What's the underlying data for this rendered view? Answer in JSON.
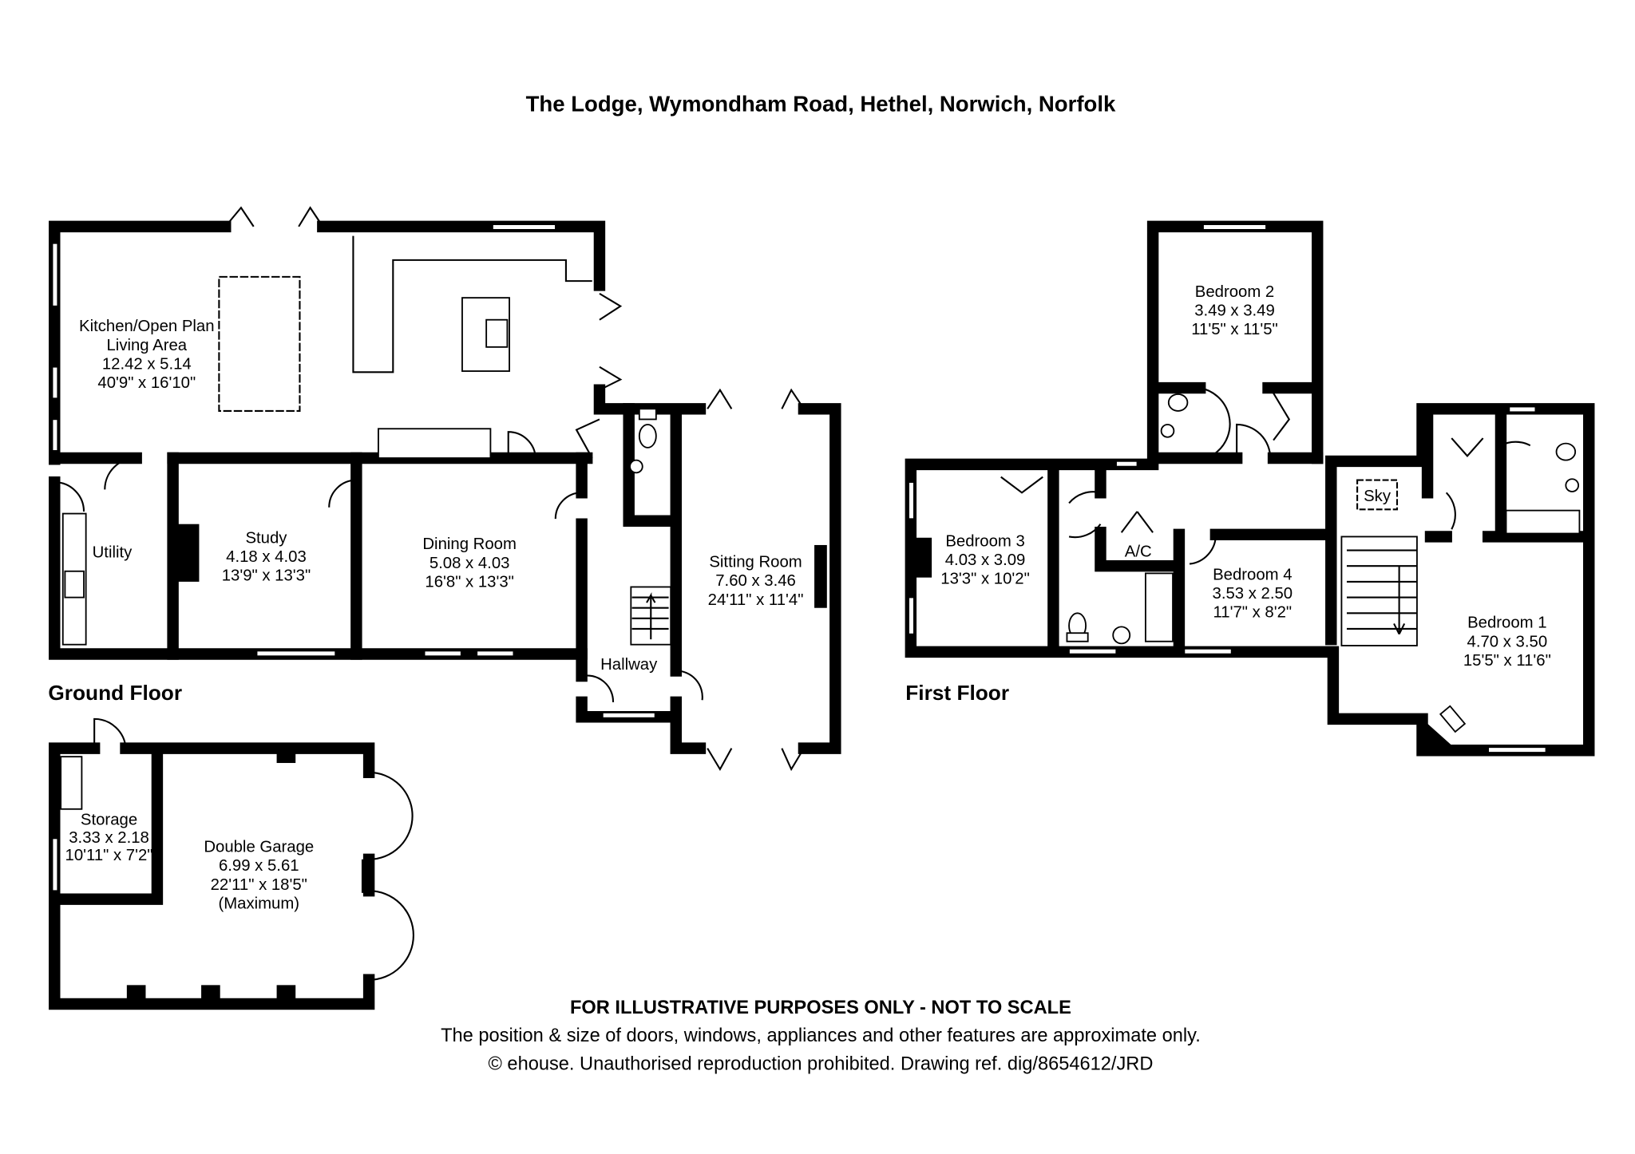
{
  "title": "The Lodge, Wymondham Road, Hethel, Norwich, Norfolk",
  "ground_floor": {
    "label": "Ground Floor",
    "rooms": [
      {
        "name": "Kitchen/Open Plan",
        "name2": "Living Area",
        "metric": "12.42 x 5.14",
        "imperial": "40'9\" x 16'10\""
      },
      {
        "name": "Utility"
      },
      {
        "name": "Study",
        "metric": "4.18 x 4.03",
        "imperial": "13'9\" x 13'3\""
      },
      {
        "name": "Dining Room",
        "metric": "5.08 x 4.03",
        "imperial": "16'8\" x 13'3\""
      },
      {
        "name": "Hallway"
      },
      {
        "name": "Sitting Room",
        "metric": "7.60 x 3.46",
        "imperial": "24'11\" x 11'4\""
      },
      {
        "name": "Storage",
        "metric": "3.33 x 2.18",
        "imperial": "10'11\" x 7'2\""
      },
      {
        "name": "Double Garage",
        "metric": "6.99 x 5.61",
        "imperial": "22'11\" x 18'5\"",
        "note": "(Maximum)"
      }
    ]
  },
  "first_floor": {
    "label": "First Floor",
    "rooms": [
      {
        "name": "Bedroom 2",
        "metric": "3.49 x 3.49",
        "imperial": "11'5\" x 11'5\""
      },
      {
        "name": "Bedroom 3",
        "metric": "4.03 x 3.09",
        "imperial": "13'3\" x 10'2\""
      },
      {
        "name": "Bedroom 4",
        "metric": "3.53 x 2.50",
        "imperial": "11'7\" x 8'2\""
      },
      {
        "name": "Bedroom 1",
        "metric": "4.70 x 3.50",
        "imperial": "15'5\" x 11'6\""
      },
      {
        "name": "A/C"
      },
      {
        "name": "Sky"
      }
    ]
  },
  "disclaimer": {
    "line1": "FOR ILLUSTRATIVE PURPOSES ONLY - NOT TO SCALE",
    "line2": "The position & size of doors, windows, appliances and other features are approximate only.",
    "line3": "© ehouse. Unauthorised reproduction prohibited. Drawing ref. dig/8654612/JRD"
  }
}
